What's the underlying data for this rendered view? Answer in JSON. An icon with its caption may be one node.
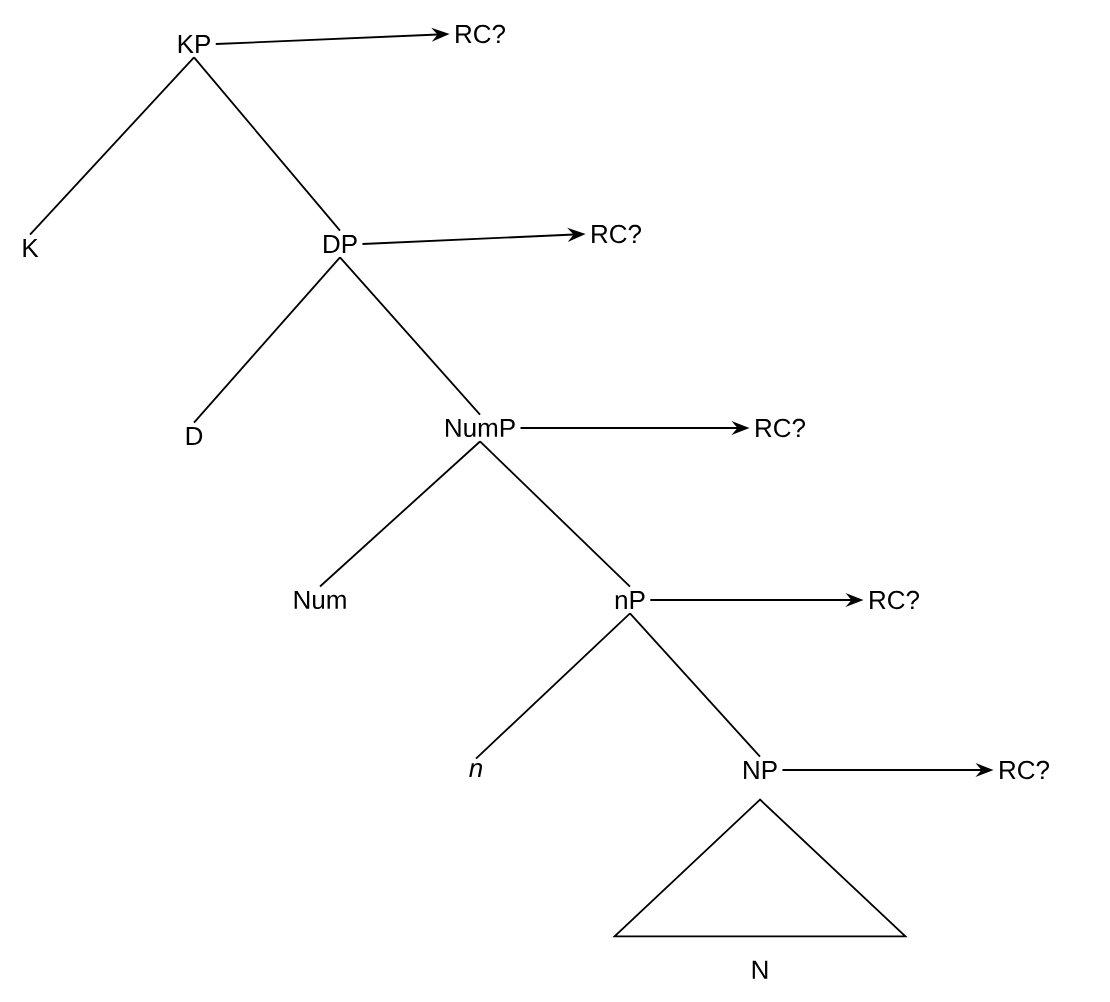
{
  "diagram": {
    "nodes": [
      {
        "text": [
          "KP"
        ]
      },
      {
        "text": [
          "RC?"
        ]
      },
      {
        "text": [
          "K"
        ]
      },
      {
        "text": [
          "DP"
        ]
      },
      {
        "text": [
          "RC?"
        ]
      },
      {
        "text": [
          "D"
        ]
      },
      {
        "text": [
          "NumP"
        ]
      },
      {
        "text": [
          "RC?"
        ]
      },
      {
        "text": [
          "Num"
        ]
      },
      {
        "text": [
          "nP"
        ]
      },
      {
        "text": [
          "RC?"
        ]
      },
      {
        "text": [
          "n"
        ]
      },
      {
        "text": [
          "NP"
        ]
      },
      {
        "text": [
          "RC?"
        ]
      },
      {
        "text": [],
        "shape": "triangle",
        "beside": [
          "N"
        ]
      }
    ],
    "edges": [
      {
        "from": 0,
        "to": 1,
        "arrow": "to"
      },
      {
        "from": 0,
        "to": 2,
        "arrow": "none"
      },
      {
        "from": 0,
        "to": 3,
        "arrow": "none"
      },
      {
        "from": 3,
        "to": 4,
        "arrow": "to"
      },
      {
        "from": 3,
        "to": 5,
        "arrow": "none"
      },
      {
        "from": 3,
        "to": 6,
        "arrow": "none"
      },
      {
        "from": 6,
        "to": 7,
        "arrow": "to"
      },
      {
        "from": 6,
        "to": 8,
        "arrow": "none"
      },
      {
        "from": 6,
        "to": 9,
        "arrow": "none"
      },
      {
        "from": 9,
        "to": 10,
        "arrow": "to"
      },
      {
        "from": 9,
        "to": 11,
        "arrow": "none"
      },
      {
        "from": 9,
        "to": 12,
        "arrow": "none"
      },
      {
        "from": 12,
        "to": 13,
        "arrow": "to"
      }
    ]
  }
}
